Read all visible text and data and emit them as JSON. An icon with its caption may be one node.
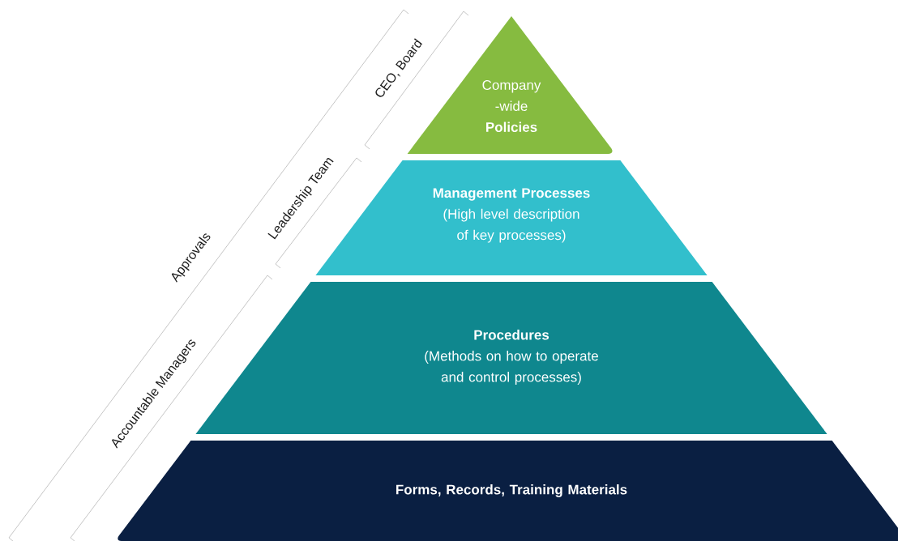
{
  "diagram": {
    "nodes": [
      {
        "text": [
          "Company -wide",
          "Policies"
        ]
      },
      {
        "text": [
          "Management Processes",
          "(High level description of key processes)"
        ]
      },
      {
        "text": [
          "Procedures",
          "(Methods on how to operate and control processes)"
        ]
      },
      {
        "text": [
          "Forms, Records, Training Materials"
        ]
      }
    ],
    "labels": [
      "CEO, Board",
      "Leadership Team",
      "Approvals",
      "Accountable Managers"
    ]
  }
}
